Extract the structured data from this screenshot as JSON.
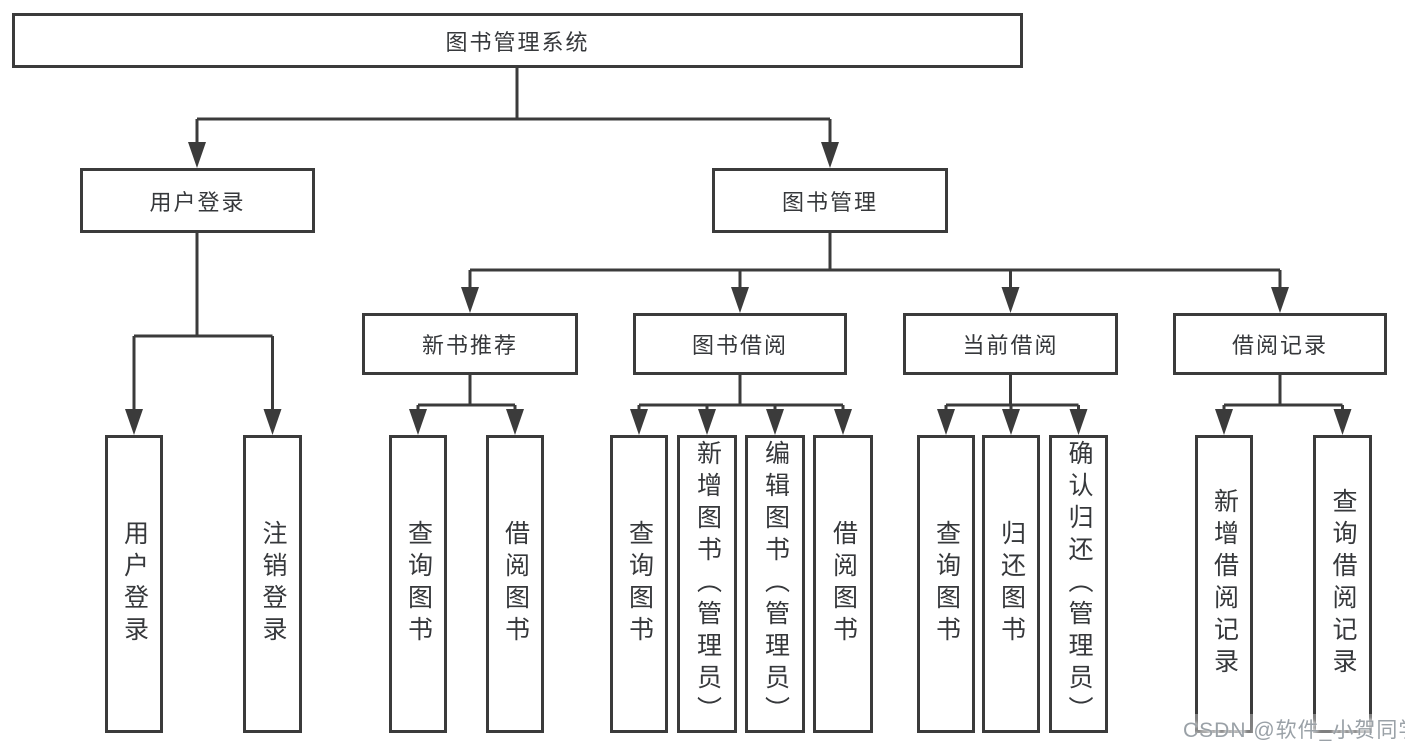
{
  "tree": {
    "label": "图书管理系统",
    "children": [
      {
        "label": "用户登录",
        "children": [
          {
            "label": "用户登录"
          },
          {
            "label": "注销登录"
          }
        ]
      },
      {
        "label": "图书管理",
        "children": [
          {
            "label": "新书推荐",
            "children": [
              {
                "label": "查询图书"
              },
              {
                "label": "借阅图书"
              }
            ]
          },
          {
            "label": "图书借阅",
            "children": [
              {
                "label": "查询图书"
              },
              {
                "label": "新增图书（管理员）"
              },
              {
                "label": "编辑图书（管理员）"
              },
              {
                "label": "借阅图书"
              }
            ]
          },
          {
            "label": "当前借阅",
            "children": [
              {
                "label": "查询图书"
              },
              {
                "label": "归还图书"
              },
              {
                "label": "确认归还（管理员）"
              }
            ]
          },
          {
            "label": "借阅记录",
            "children": [
              {
                "label": "新增借阅记录"
              },
              {
                "label": "查询借阅记录"
              }
            ]
          }
        ]
      }
    ]
  },
  "watermark": {
    "text": "CSDN @软件_小贺同学"
  },
  "colors": {
    "line": "#3b3b3b",
    "text": "#36383b",
    "watermark_text": "#9aa1a7",
    "background": "#ffffff"
  }
}
